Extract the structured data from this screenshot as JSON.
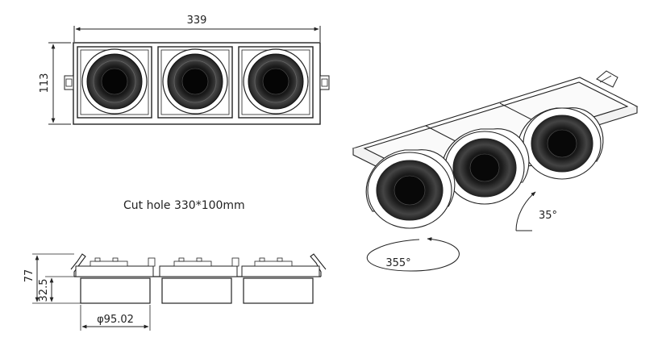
{
  "top_view": {
    "width_label": "339",
    "height_label": "113"
  },
  "note": {
    "cut_hole": "Cut hole 330*100mm"
  },
  "side_view": {
    "total_height_label": "77",
    "lower_height_label": "32.5",
    "diameter_label": "φ95.02"
  },
  "perspective": {
    "tilt_label": "35°",
    "rotation_label": "355°"
  }
}
